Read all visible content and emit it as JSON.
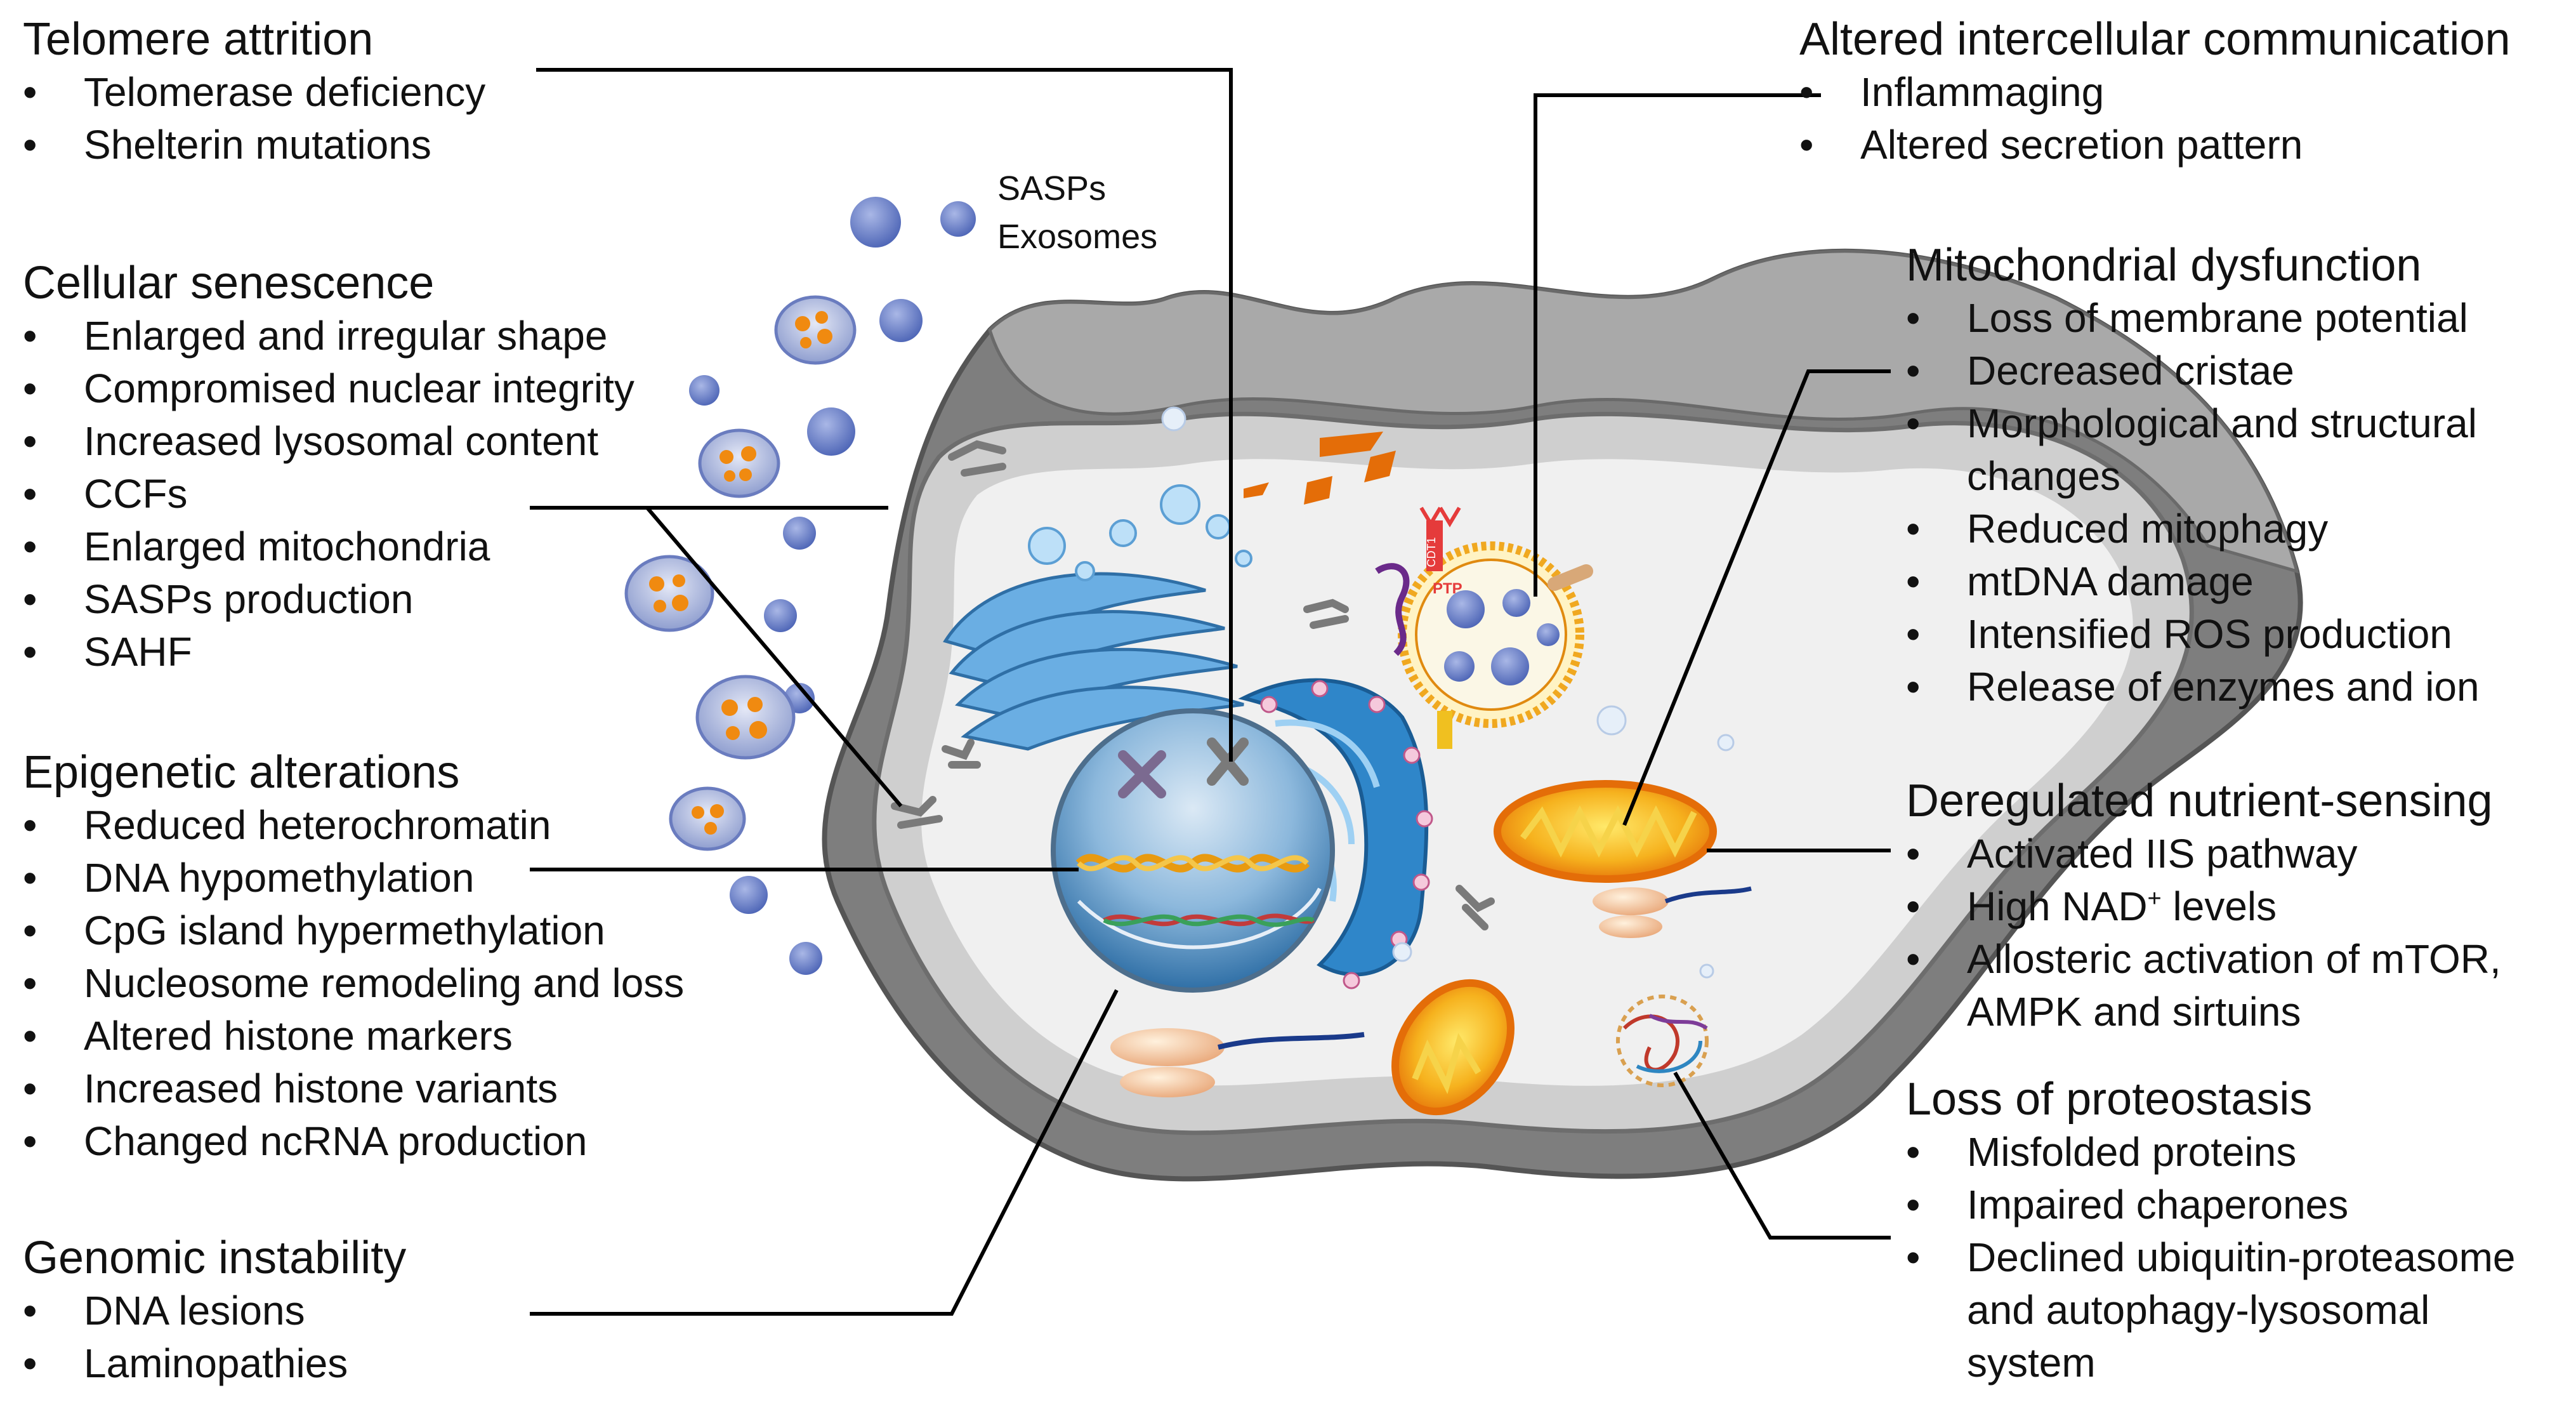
{
  "diagram": {
    "vesicle_labels": [
      "SASPs",
      "Exosomes"
    ],
    "organelle_labels": {
      "receptor_top": "CDT1",
      "receptor_mid": "PTP"
    },
    "colors": {
      "outer_cell": "#8a8a8a",
      "cytoplasm": "#c8c8c8",
      "cytoplasm_inner": "#efefef",
      "nucleus": "#5a96c8",
      "mitochondria": "#f08a10",
      "vesicle": "#5b74c2",
      "er": "#2f86c9",
      "golgi": "#5ea5dc",
      "leader_line": "#000000"
    },
    "sections": {
      "telomere_attrition": {
        "title": "Telomere attrition",
        "items": [
          "Telomerase deficiency",
          "Shelterin mutations"
        ]
      },
      "cellular_senescence": {
        "title": "Cellular senescence",
        "items": [
          "Enlarged and irregular shape",
          "Compromised nuclear integrity",
          "Increased lysosomal content",
          "CCFs",
          "Enlarged mitochondria",
          "SASPs production",
          "SAHF"
        ]
      },
      "epigenetic_alterations": {
        "title": "Epigenetic alterations",
        "items": [
          "Reduced heterochromatin",
          "DNA hypomethylation",
          "CpG island hypermethylation",
          "Nucleosome remodeling and loss",
          "Altered histone markers",
          "Increased histone variants",
          "Changed ncRNA production"
        ]
      },
      "genomic_instability": {
        "title": "Genomic instability",
        "items": [
          "DNA lesions",
          "Laminopathies"
        ]
      },
      "altered_communication": {
        "title": "Altered intercellular communication",
        "items": [
          "Inflammaging",
          "Altered secretion pattern"
        ]
      },
      "mitochondrial_dysfunction": {
        "title": "Mitochondrial dysfunction",
        "items": [
          "Loss of membrane potential",
          "Decreased cristae",
          "Morphological and structural",
          "changes",
          "Reduced mitophagy",
          "mtDNA damage",
          "Intensified ROS production",
          "Release of enzymes and ion"
        ]
      },
      "nutrient_sensing": {
        "title": "Deregulated nutrient-sensing",
        "items": [
          "Activated IIS pathway",
          "High NAD",
          "+",
          " levels",
          "Allosteric activation of mTOR,",
          "AMPK and sirtuins"
        ]
      },
      "proteostasis": {
        "title": "Loss of proteostasis",
        "items": [
          "Misfolded proteins",
          "Impaired chaperones",
          "Declined ubiquitin-proteasome",
          "and autophagy-lysosomal",
          "system"
        ]
      }
    }
  }
}
